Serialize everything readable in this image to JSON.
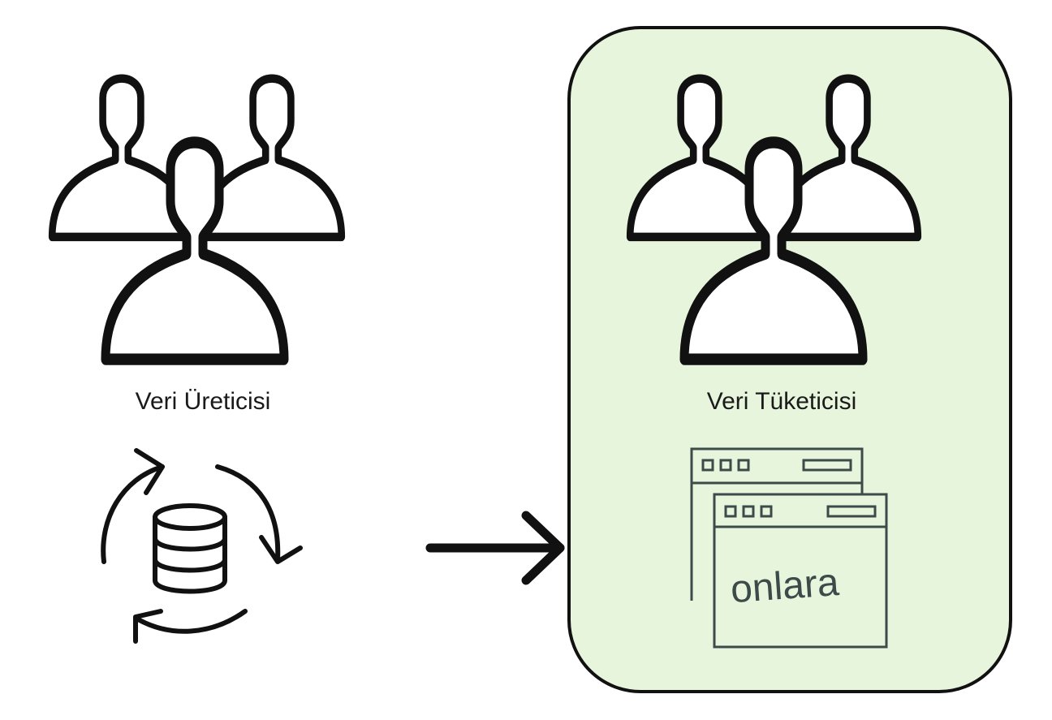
{
  "producer": {
    "label": "Veri Üreticisi"
  },
  "consumer": {
    "label": "Veri Tüketicisi",
    "window_text": "onlara"
  },
  "colors": {
    "consumer_box_fill": "#e7f5dc",
    "stroke": "#111111",
    "window_stroke": "#3c4a4a"
  },
  "icons": [
    "users-group-icon",
    "database-sync-icon",
    "arrow-right-icon",
    "browser-windows-icon"
  ]
}
